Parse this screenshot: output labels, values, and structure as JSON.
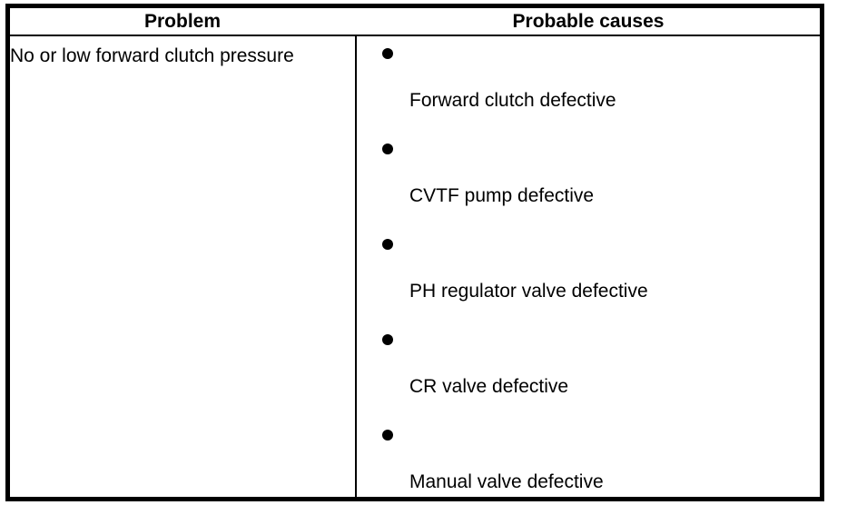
{
  "table": {
    "columns": [
      {
        "id": "problem",
        "header": "Problem"
      },
      {
        "id": "probable_causes",
        "header": "Probable causes"
      }
    ],
    "rows": [
      {
        "problem": "No or low forward clutch pressure",
        "probable_causes": [
          "Forward clutch defective",
          "CVTF pump defective",
          "PH regulator valve defective",
          "CR valve defective",
          "Manual valve defective"
        ]
      }
    ]
  },
  "colors": {
    "border": "#000000",
    "text": "#000000",
    "background": "#ffffff",
    "bullet": "#000000"
  }
}
